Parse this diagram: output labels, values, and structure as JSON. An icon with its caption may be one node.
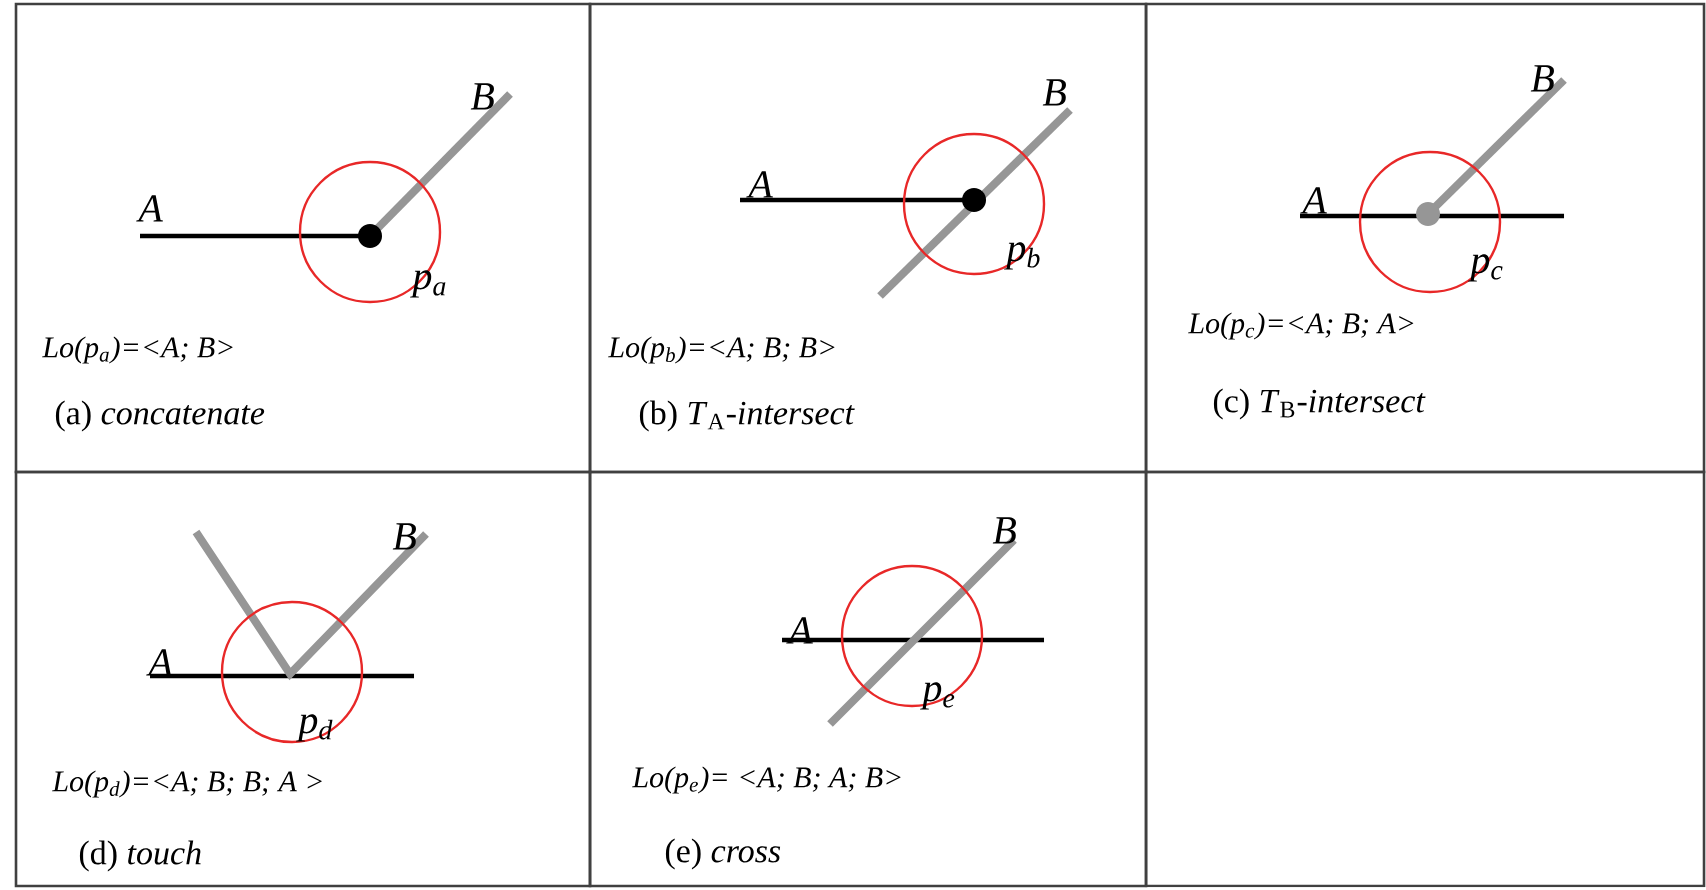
{
  "diagram": {
    "nodes": [
      {
        "text": [
          "A",
          "B",
          "p$_{a}$",
          "Lo(p$_{a}$)=<A; B>",
          "(a) *concatenate*"
        ]
      },
      {
        "text": [
          "A",
          "B",
          "p$_{b}$",
          "Lo(p$_{b}$)=<A; B; B>",
          "(b) *T*$_{A}$*-intersect*"
        ]
      },
      {
        "text": [
          "A",
          "B",
          "p$_{c}$",
          "Lo(p$_{c}$)=<A; B; A>",
          "(c) *T*$_{B}$*-intersect*"
        ]
      },
      {
        "text": [
          "A",
          "B",
          "p$_{d}$",
          "Lo(p$_{d}$)=<A; B; B; A >",
          "(d) *touch*"
        ]
      },
      {
        "text": [
          "A",
          "B",
          "p$_{e}$",
          "Lo(p$_{e}$)= <A; B; A; B>",
          "(e) *cross*"
        ]
      },
      {
        "text": [],
        "shape": "box"
      }
    ]
  }
}
